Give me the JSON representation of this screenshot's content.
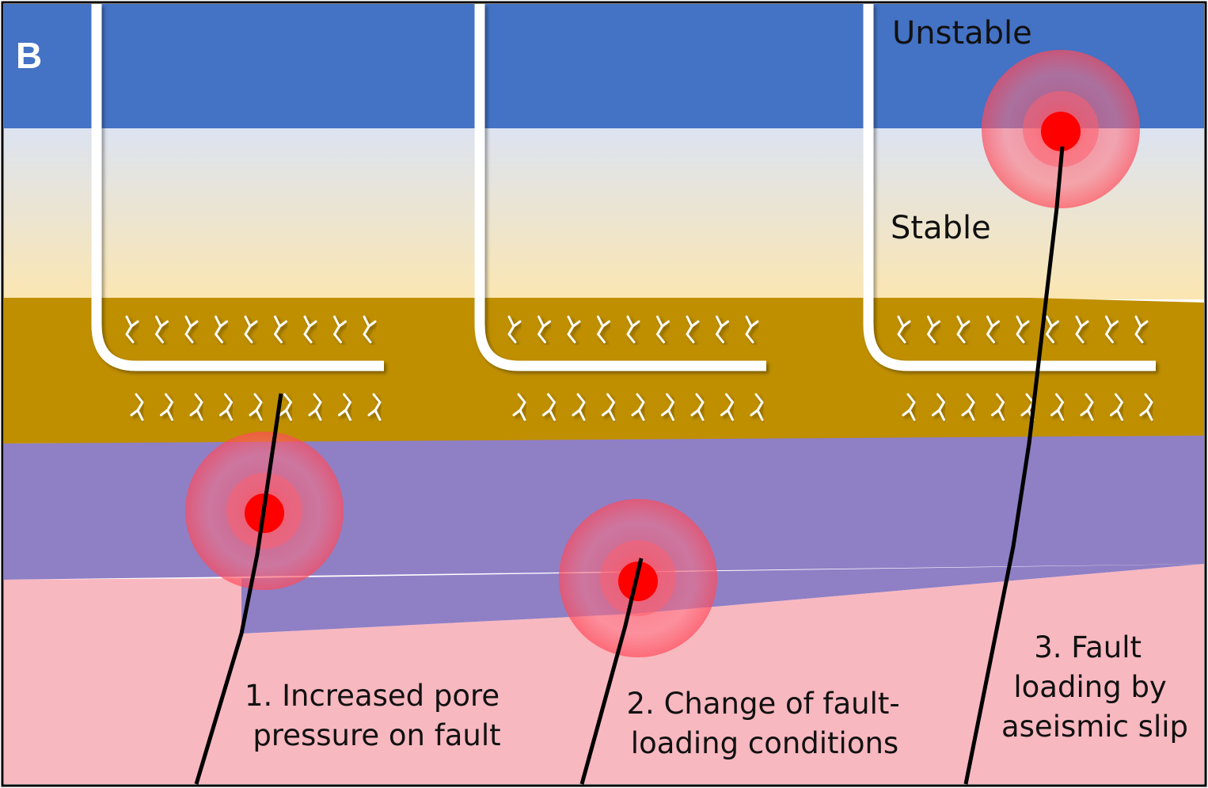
{
  "panel_letter": "B",
  "zone_labels": {
    "unstable": "Unstable",
    "stable": "Stable"
  },
  "captions": {
    "scenario_1": [
      "1. Increased pore",
      "pressure on fault"
    ],
    "scenario_2": [
      "2. Change of fault-",
      "loading conditions"
    ],
    "scenario_3": [
      "3. Fault",
      "loading by",
      "aseismic slip"
    ]
  },
  "colors": {
    "unstable_layer": "#4472c4",
    "stable_gradient_top": "#dce3f1",
    "stable_gradient_bottom": "#fbe6b2",
    "reservoir_layer": "#bf8f00",
    "basement_upper": "#8f7fc5",
    "basement_lower": "#f8b8c0",
    "well": "#ffffff",
    "fault": "#000000",
    "hypocenter": "#ff0000",
    "frame": "#000000"
  },
  "icons": [
    "well-icon",
    "hydraulic-fracture-icon",
    "hypocenter-icon",
    "fault-line-icon"
  ]
}
